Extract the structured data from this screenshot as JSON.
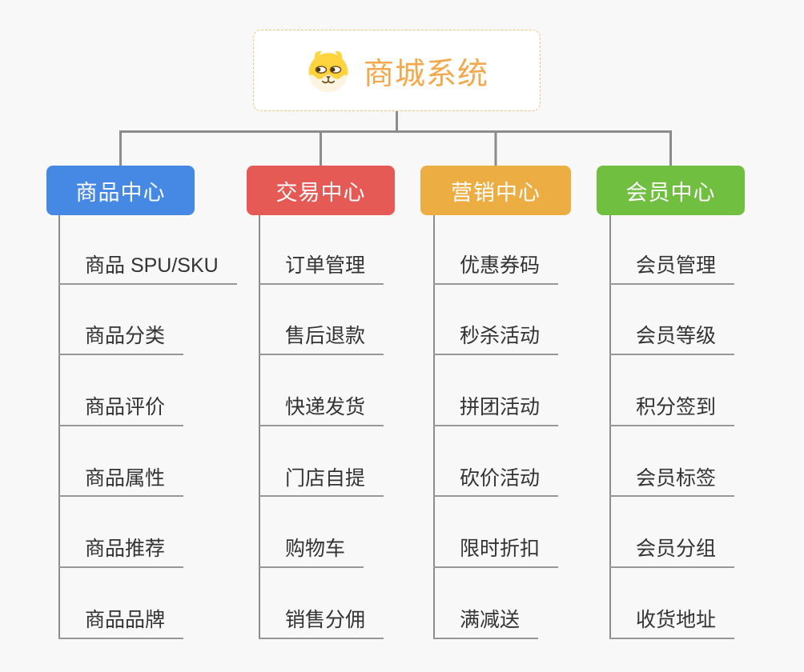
{
  "root": {
    "title": "商城系统",
    "icon": "dog-face-icon"
  },
  "colors": {
    "background": "#f8f8f8",
    "root_title": "#f5a84b",
    "root_border": "#f6c37d",
    "connector": "#8c8c8c",
    "leaf_underline": "#979797",
    "leaf_text": "#333333",
    "branch_product": "#4589e4",
    "branch_trade": "#e55a54",
    "branch_marketing": "#ecae43",
    "branch_member": "#70bf40"
  },
  "branches": [
    {
      "label": "商品中心",
      "color": "#4589e4",
      "children": [
        "商品 SPU/SKU",
        "商品分类",
        "商品评价",
        "商品属性",
        "商品推荐",
        "商品品牌"
      ]
    },
    {
      "label": "交易中心",
      "color": "#e55a54",
      "children": [
        "订单管理",
        "售后退款",
        "快递发货",
        "门店自提",
        "购物车",
        "销售分佣"
      ]
    },
    {
      "label": "营销中心",
      "color": "#ecae43",
      "children": [
        "优惠券码",
        "秒杀活动",
        "拼团活动",
        "砍价活动",
        "限时折扣",
        "满减送"
      ]
    },
    {
      "label": "会员中心",
      "color": "#70bf40",
      "children": [
        "会员管理",
        "会员等级",
        "积分签到",
        "会员标签",
        "会员分组",
        "收货地址"
      ]
    }
  ]
}
